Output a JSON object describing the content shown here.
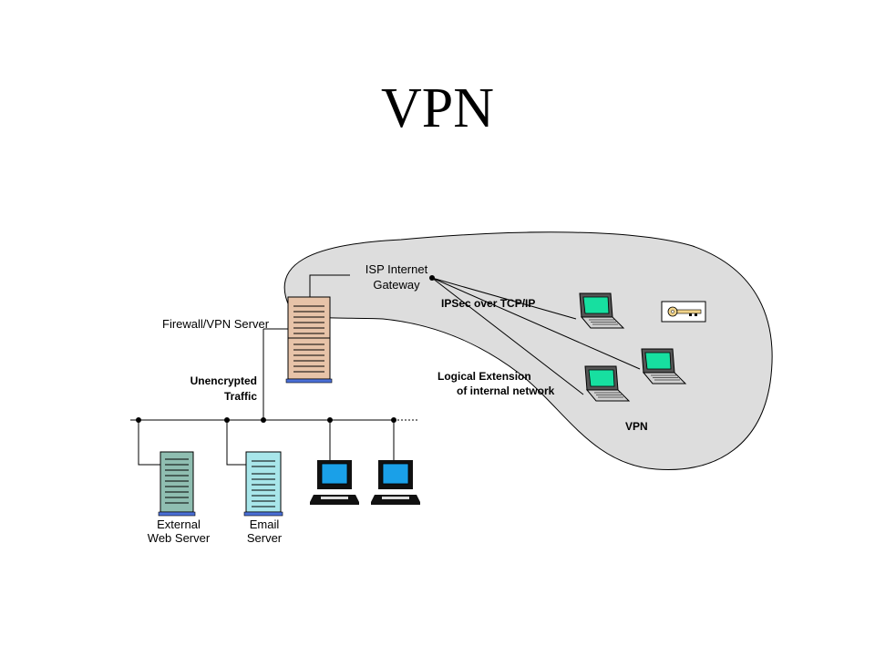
{
  "slide": {
    "title": "VPN"
  },
  "diagram": {
    "labels": {
      "isp_gateway": [
        "ISP Internet",
        "Gateway"
      ],
      "firewall_vpn_server": "Firewall/VPN Server",
      "ipsec": "IPSec over TCP/IP",
      "unencrypted_traffic": [
        "Unencrypted",
        "Traffic"
      ],
      "logical_extension": [
        "Logical Extension",
        "of internal network"
      ],
      "vpn_zone": "VPN",
      "external_web_server": [
        "External",
        "Web Server"
      ],
      "email_server": [
        "Email",
        "Server"
      ]
    },
    "colors": {
      "vpn_zone_fill": "#dddddd",
      "firewall_tower": "#e7c3a8",
      "web_server_tower": "#8fbeb1",
      "email_server_tower": "#a8e6ea",
      "laptop_screen": "#17dfa0",
      "desktop_screen": "#1aa0e8",
      "tower_base": "#4a6fd6"
    },
    "icons": [
      "key-icon",
      "laptop-icon",
      "desktop-computer-icon",
      "server-tower-icon"
    ]
  }
}
